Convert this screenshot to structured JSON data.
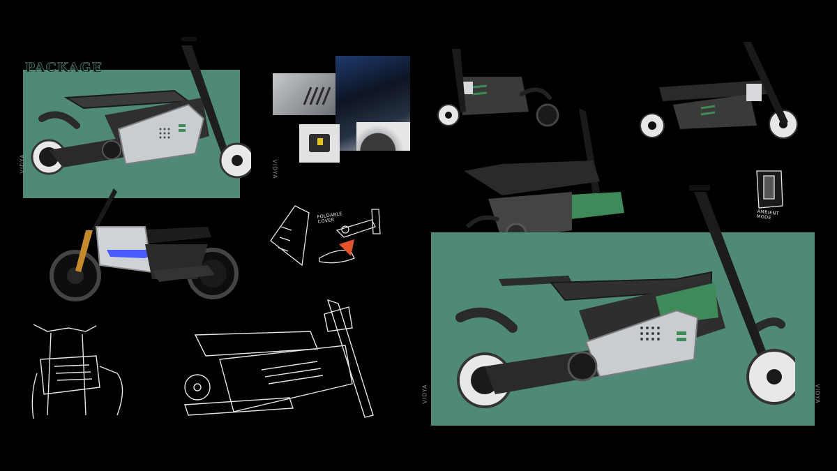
{
  "board": {
    "title": "PACKAGE",
    "notes": {
      "cover": "FOLDABLE COVER",
      "vision": "AMBIENT MODE"
    },
    "side_marks": [
      "VIDYA",
      "VIDYA",
      "VIDYA",
      "VIDYA"
    ],
    "colors": {
      "background": "#000000",
      "panel_green": "#4f8a78",
      "accent_green": "#3e8b59",
      "body_silver": "#c9ccd0",
      "frame_dark": "#2a2a2a",
      "accent_blue": "#4a5cff",
      "accent_orange": "#e2532b"
    }
  }
}
